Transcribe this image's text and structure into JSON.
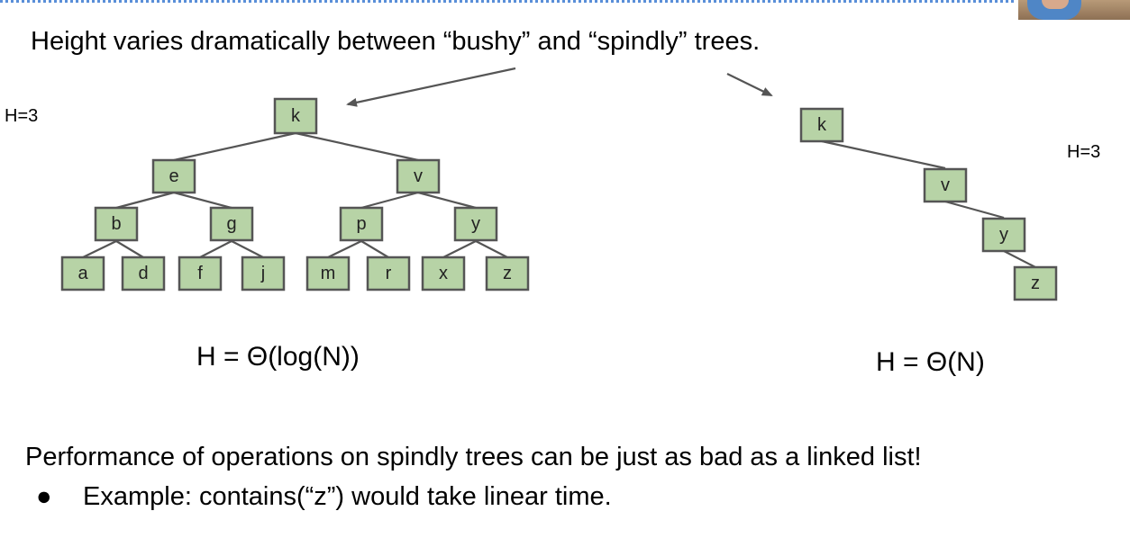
{
  "headline": "Height varies dramatically between “bushy” and “spindly” trees.",
  "bushy_tree": {
    "height_label": "H=3",
    "formula": "H = Θ(log(N))",
    "nodes": [
      "k",
      "e",
      "v",
      "b",
      "g",
      "p",
      "y",
      "a",
      "d",
      "f",
      "j",
      "m",
      "r",
      "x",
      "z"
    ]
  },
  "spindly_tree": {
    "height_label": "H=3",
    "formula": "H = Θ(N)",
    "nodes": [
      "k",
      "v",
      "y",
      "z"
    ]
  },
  "body": {
    "statement": "Performance of operations on spindly trees can be just as bad as a linked list!",
    "bullet_symbol": "●",
    "bullet": "Example: contains(“z”) would take linear time."
  },
  "colors": {
    "node_fill": "#b7d3a6",
    "node_border": "#555555",
    "accent_dotted_rule": "#5a8fd8"
  }
}
